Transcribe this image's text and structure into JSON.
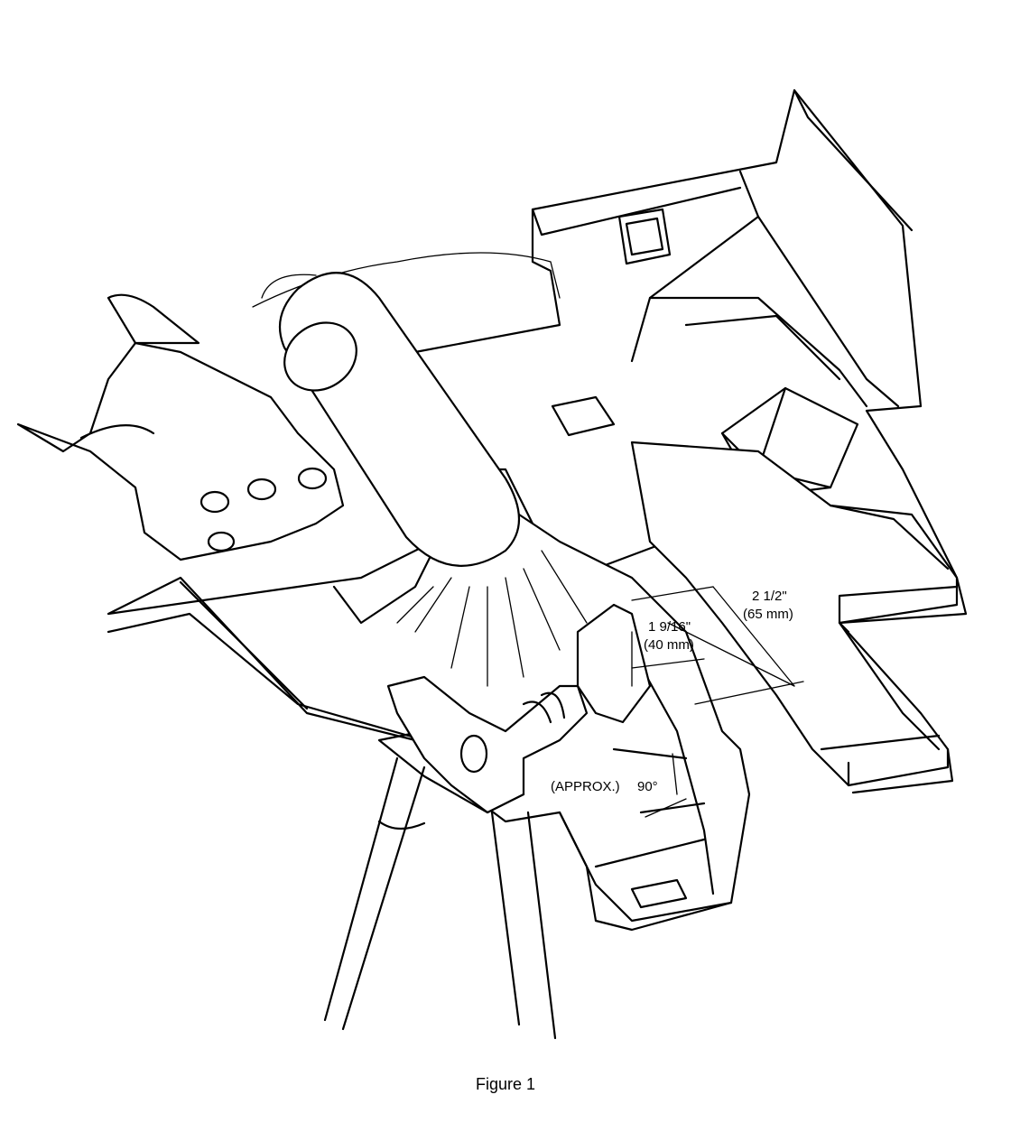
{
  "figure": {
    "caption": "Figure 1",
    "labels": {
      "dim_outer_in": "2 1/2\"",
      "dim_outer_mm": "(65 mm)",
      "dim_inner_in": "1 9/16\"",
      "dim_inner_mm": "(40 mm)",
      "approx": "(APPROX.)",
      "angle": "90°"
    }
  }
}
